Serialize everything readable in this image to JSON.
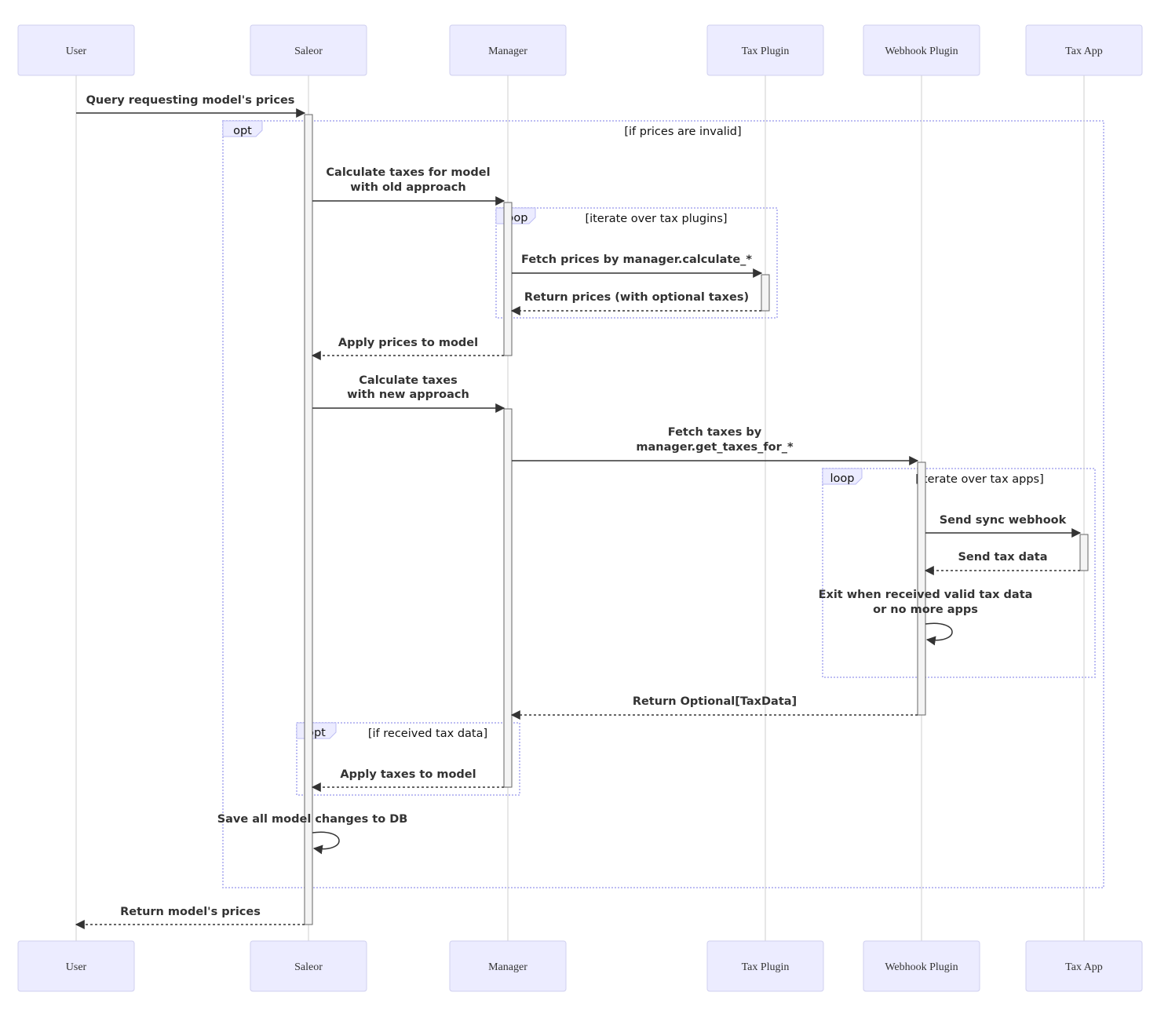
{
  "participants": [
    {
      "id": "user",
      "label": "User"
    },
    {
      "id": "saleor",
      "label": "Saleor"
    },
    {
      "id": "manager",
      "label": "Manager"
    },
    {
      "id": "tax_plugin",
      "label": "Tax Plugin"
    },
    {
      "id": "webhook_plugin",
      "label": "Webhook Plugin"
    },
    {
      "id": "tax_app",
      "label": "Tax App"
    }
  ],
  "fragments": [
    {
      "id": "opt_outer",
      "kind": "opt",
      "condition": "[if prices are invalid]"
    },
    {
      "id": "loop_plugins",
      "kind": "loop",
      "condition": "[iterate over tax plugins]"
    },
    {
      "id": "loop_apps",
      "kind": "loop",
      "condition": "[iterate over tax apps]"
    },
    {
      "id": "opt_inner",
      "kind": "opt",
      "condition": "[if received tax data]"
    }
  ],
  "messages": [
    {
      "id": "m1",
      "from": "user",
      "to": "saleor",
      "style": "solid",
      "lines": [
        "Query requesting model's prices"
      ]
    },
    {
      "id": "m2",
      "from": "saleor",
      "to": "manager",
      "style": "solid",
      "lines": [
        "Calculate taxes for model",
        "with old approach"
      ]
    },
    {
      "id": "m3",
      "from": "manager",
      "to": "tax_plugin",
      "style": "solid",
      "lines": [
        "Fetch prices by manager.calculate_*"
      ]
    },
    {
      "id": "m4",
      "from": "tax_plugin",
      "to": "manager",
      "style": "dashed",
      "lines": [
        "Return prices (with optional taxes)"
      ]
    },
    {
      "id": "m5",
      "from": "manager",
      "to": "saleor",
      "style": "dashed",
      "lines": [
        "Apply prices to model"
      ]
    },
    {
      "id": "m6",
      "from": "saleor",
      "to": "manager",
      "style": "solid",
      "lines": [
        "Calculate taxes",
        "with new approach"
      ]
    },
    {
      "id": "m7",
      "from": "manager",
      "to": "webhook_plugin",
      "style": "solid",
      "lines": [
        "Fetch taxes by",
        "manager.get_taxes_for_*"
      ]
    },
    {
      "id": "m8",
      "from": "webhook_plugin",
      "to": "tax_app",
      "style": "solid",
      "lines": [
        "Send sync webhook"
      ]
    },
    {
      "id": "m9",
      "from": "tax_app",
      "to": "webhook_plugin",
      "style": "dashed",
      "lines": [
        "Send tax data"
      ]
    },
    {
      "id": "m10",
      "from": "webhook_plugin",
      "to": "webhook_plugin",
      "style": "self",
      "lines": [
        "Exit when received valid tax data",
        "or no more apps"
      ]
    },
    {
      "id": "m11",
      "from": "webhook_plugin",
      "to": "manager",
      "style": "dashed",
      "lines": [
        "Return Optional[TaxData]"
      ]
    },
    {
      "id": "m12",
      "from": "manager",
      "to": "saleor",
      "style": "dashed",
      "lines": [
        "Apply taxes to model"
      ]
    },
    {
      "id": "m13",
      "from": "saleor",
      "to": "saleor",
      "style": "self",
      "lines": [
        "Save all model changes to DB"
      ]
    },
    {
      "id": "m14",
      "from": "saleor",
      "to": "user",
      "style": "dashed",
      "lines": [
        "Return model's prices"
      ]
    }
  ]
}
